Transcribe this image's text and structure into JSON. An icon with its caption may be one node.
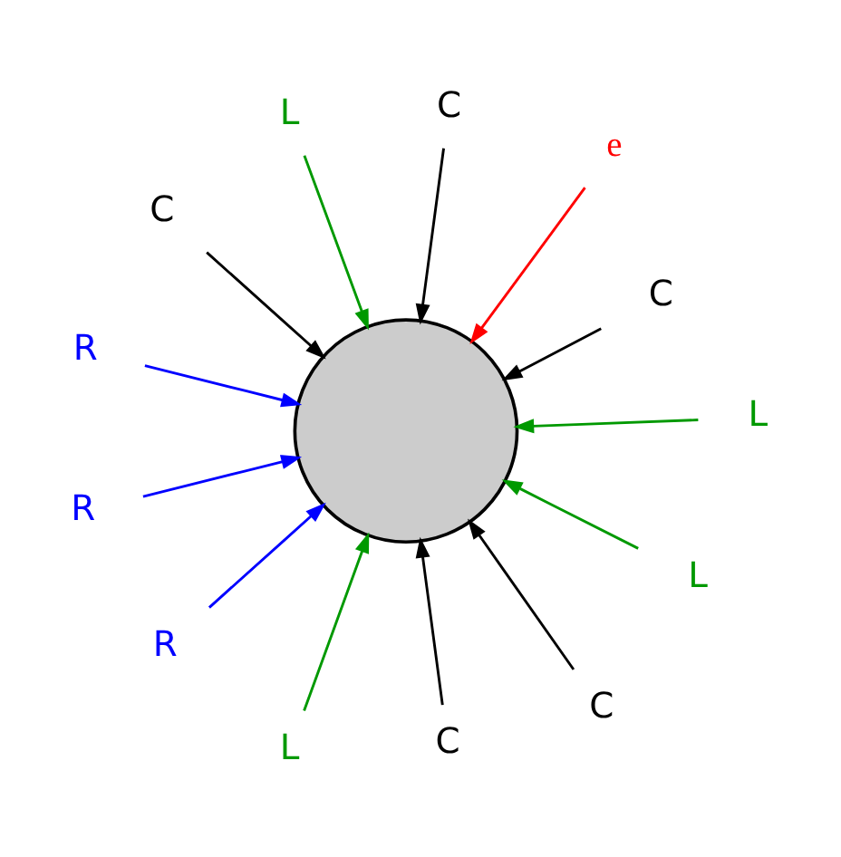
{
  "diagram": {
    "nodes": [
      {
        "text": [],
        "shape": "circle"
      },
      {
        "text": [
          "C"
        ]
      },
      {
        "text": [
          "L"
        ]
      },
      {
        "text": [
          "L"
        ]
      },
      {
        "text": [
          "C"
        ]
      },
      {
        "text": [
          "C"
        ]
      },
      {
        "text": [
          "R"
        ]
      },
      {
        "text": [
          "L"
        ]
      },
      {
        "text": [
          "R"
        ]
      },
      {
        "text": [
          "C"
        ]
      },
      {
        "text": [
          "C"
        ]
      },
      {
        "text": [
          "R"
        ]
      },
      {
        "text": [
          "L"
        ]
      },
      {
        "text": [
          "e"
        ]
      }
    ],
    "edges": [
      {
        "from": 1,
        "to": 0,
        "arrow": "to"
      },
      {
        "from": 2,
        "to": 0,
        "arrow": "to",
        "color": "#009900"
      },
      {
        "from": 3,
        "to": 0,
        "arrow": "to",
        "color": "#009900"
      },
      {
        "from": 4,
        "to": 0,
        "arrow": "to"
      },
      {
        "from": 5,
        "to": 0,
        "arrow": "to"
      },
      {
        "from": 6,
        "to": 0,
        "arrow": "to",
        "color": "#0000ff"
      },
      {
        "from": 7,
        "to": 0,
        "arrow": "to",
        "color": "#009900"
      },
      {
        "from": 8,
        "to": 0,
        "arrow": "to",
        "color": "#0000ff"
      },
      {
        "from": 9,
        "to": 0,
        "arrow": "to"
      },
      {
        "from": 10,
        "to": 0,
        "arrow": "to"
      },
      {
        "from": 11,
        "to": 0,
        "arrow": "to",
        "color": "#0000ff"
      },
      {
        "from": 12,
        "to": 0,
        "arrow": "to",
        "color": "#009900"
      },
      {
        "from": 13,
        "to": 0,
        "arrow": "to",
        "color": "#ff0000"
      }
    ]
  }
}
